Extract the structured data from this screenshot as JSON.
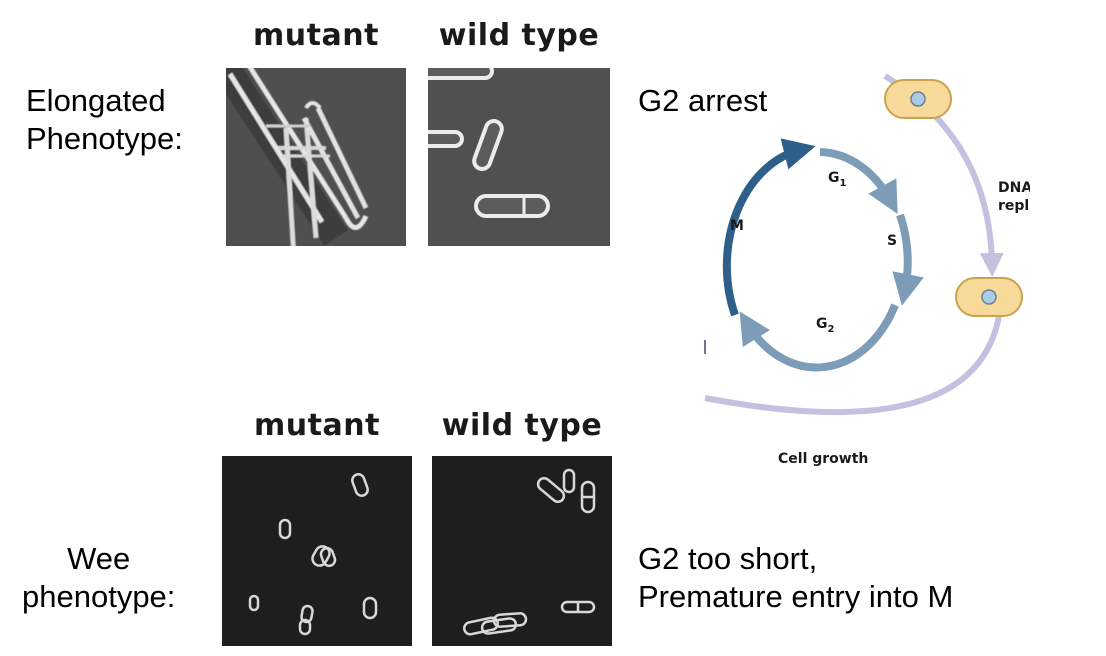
{
  "top": {
    "row_label_line1": "Elongated",
    "row_label_line2": "Phenotype:",
    "mutant_header": "mutant",
    "wildtype_header": "wild type",
    "annotation": "G2 arrest"
  },
  "bottom": {
    "row_label_line1": "Wee",
    "row_label_line2": "phenotype:",
    "mutant_header": "mutant",
    "wildtype_header": "wild type",
    "annotation_line1": "G2 too short,",
    "annotation_line2": "Premature entry into M"
  },
  "cycle": {
    "phase_m": "M",
    "phase_g1": "G",
    "phase_g1_sub": "1",
    "phase_s": "S",
    "phase_g2": "G",
    "phase_g2_sub": "2",
    "dna_line1": "DNA",
    "dna_line2": "replication",
    "cell_growth": "Cell growth"
  },
  "colors": {
    "m_arrow": "#2d5f8a",
    "interphase_arrow": "#7c9cb8",
    "outer_arrow": "#c6bfe0",
    "cell_fill": "#f7d99a",
    "cell_stroke": "#c9a24e",
    "nucleus": "#a9cde6"
  }
}
